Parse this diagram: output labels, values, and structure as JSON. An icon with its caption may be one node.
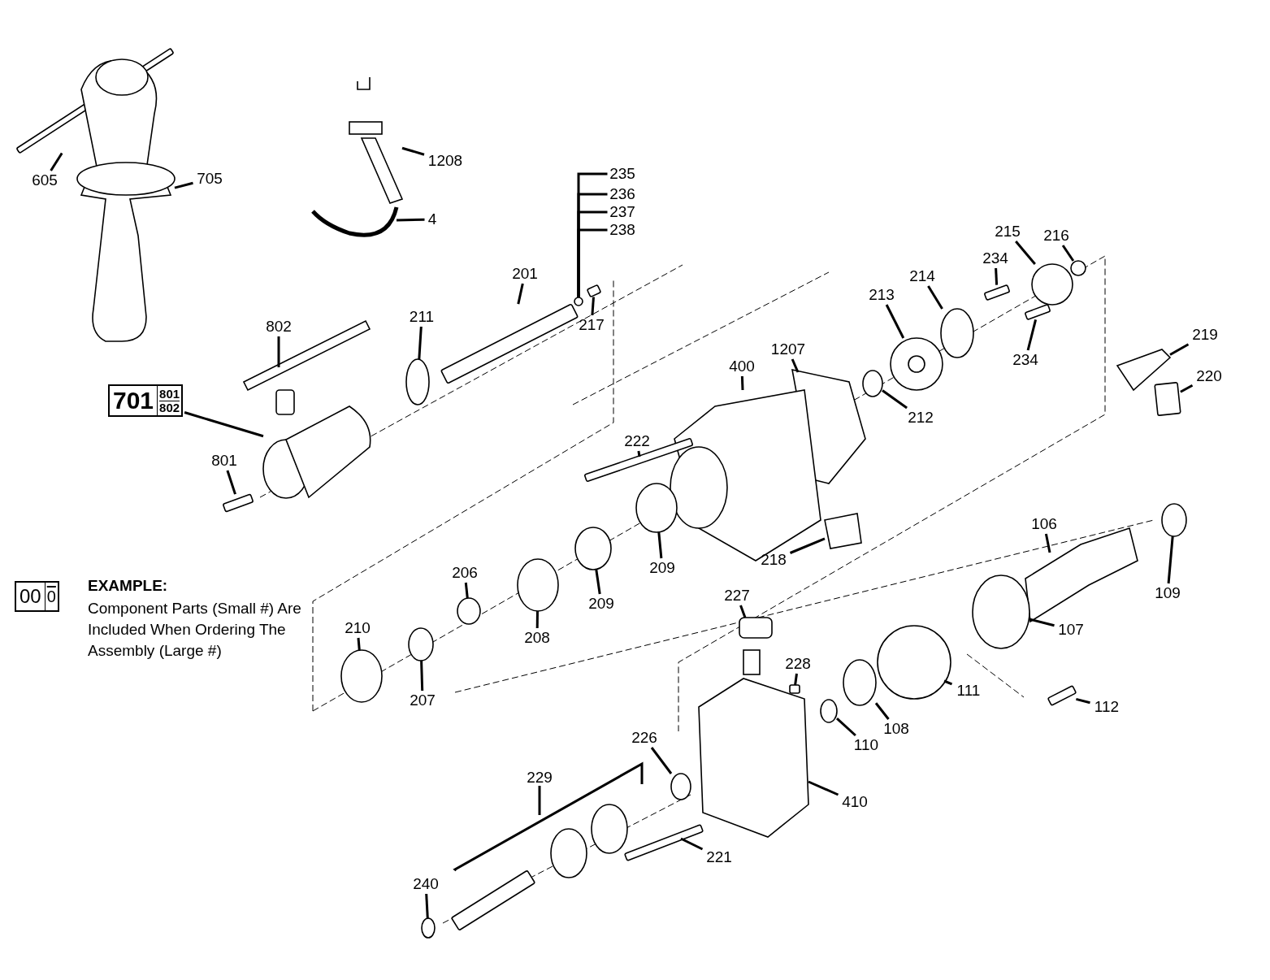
{
  "diagram": {
    "nodes": [
      {
        "text": [
          "605"
        ]
      },
      {
        "text": [
          "705"
        ]
      },
      {
        "text": [
          "1208"
        ]
      },
      {
        "text": [
          "4"
        ]
      },
      {
        "text": [
          "235"
        ]
      },
      {
        "text": [
          "236"
        ]
      },
      {
        "text": [
          "237"
        ]
      },
      {
        "text": [
          "238"
        ]
      },
      {
        "text": [
          "201"
        ]
      },
      {
        "text": [
          "211"
        ]
      },
      {
        "text": [
          "217"
        ]
      },
      {
        "text": [
          "802"
        ]
      },
      {
        "text": [
          "701",
          "801",
          "802"
        ]
      },
      {
        "text": [
          "801"
        ]
      },
      {
        "text": [
          "215"
        ]
      },
      {
        "text": [
          "216"
        ]
      },
      {
        "text": [
          "234"
        ]
      },
      {
        "text": [
          "214"
        ]
      },
      {
        "text": [
          "213"
        ]
      },
      {
        "text": [
          "234"
        ]
      },
      {
        "text": [
          "219"
        ]
      },
      {
        "text": [
          "1207"
        ]
      },
      {
        "text": [
          "400"
        ]
      },
      {
        "text": [
          "212"
        ]
      },
      {
        "text": [
          "220"
        ]
      },
      {
        "text": [
          "222"
        ]
      },
      {
        "text": [
          "218"
        ]
      },
      {
        "text": [
          "209"
        ]
      },
      {
        "text": [
          "106"
        ]
      },
      {
        "text": [
          "109"
        ]
      },
      {
        "text": [
          "206"
        ]
      },
      {
        "text": [
          "209"
        ]
      },
      {
        "text": [
          "208"
        ]
      },
      {
        "text": [
          "227"
        ]
      },
      {
        "text": [
          "210"
        ]
      },
      {
        "text": [
          "107"
        ]
      },
      {
        "text": [
          "111"
        ]
      },
      {
        "text": [
          "228"
        ]
      },
      {
        "text": [
          "207"
        ]
      },
      {
        "text": [
          "112"
        ]
      },
      {
        "text": [
          "108"
        ]
      },
      {
        "text": [
          "110"
        ]
      },
      {
        "text": [
          "226"
        ]
      },
      {
        "text": [
          "229"
        ]
      },
      {
        "text": [
          "410"
        ]
      },
      {
        "text": [
          "221"
        ]
      },
      {
        "text": [
          "240"
        ]
      },
      {
        "text": [
          "00",
          "0"
        ]
      },
      {
        "text": [],
        "shape": "box"
      },
      {
        "text": [],
        "shape": "circle"
      },
      {
        "text": [],
        "shape": "circle"
      },
      {
        "text": [],
        "shape": "box"
      },
      {
        "text": [],
        "shape": "circle"
      },
      {
        "text": [],
        "shape": "box"
      },
      {
        "text": [],
        "shape": "box"
      },
      {
        "text": [],
        "shape": "box"
      },
      {
        "text": [],
        "shape": "picture"
      },
      {
        "text": [],
        "shape": "picture"
      },
      {
        "text": [],
        "shape": "picture"
      },
      {
        "text": [],
        "shape": "circle"
      },
      {
        "text": [],
        "shape": "box"
      },
      {
        "text": [],
        "shape": "box"
      },
      {
        "text": [],
        "shape": "circle"
      },
      {
        "text": [],
        "shape": "picture"
      },
      {
        "text": [],
        "shape": "picture"
      },
      {
        "text": [],
        "shape": "circle"
      },
      {
        "text": [],
        "shape": "circle"
      },
      {
        "text": [],
        "shape": "circle"
      },
      {
        "text": [],
        "shape": "picture"
      },
      {
        "text": [],
        "shape": "box"
      },
      {
        "text": [],
        "shape": "picture"
      },
      {
        "text": [],
        "shape": "picture"
      },
      {
        "text": [],
        "shape": "picture"
      },
      {
        "text": [],
        "shape": "circle"
      },
      {
        "text": [],
        "shape": "box"
      },
      {
        "text": [],
        "shape": "box"
      },
      {
        "text": [],
        "shape": "picture"
      },
      {
        "text": [],
        "shape": "circle"
      },
      {
        "text": [],
        "shape": "picture"
      },
      {
        "text": [],
        "shape": "circle"
      },
      {
        "text": [],
        "shape": "circle"
      },
      {
        "text": [],
        "shape": "circle"
      },
      {
        "text": [],
        "shape": "picture"
      },
      {
        "text": [],
        "shape": "circle"
      },
      {
        "text": [],
        "shape": "circle"
      },
      {
        "text": [],
        "shape": "circle"
      },
      {
        "text": [],
        "shape": "circle"
      },
      {
        "text": [],
        "shape": "circle"
      },
      {
        "text": [],
        "shape": "circle"
      },
      {
        "text": [],
        "shape": "box"
      },
      {
        "text": [],
        "shape": "picture"
      },
      {
        "text": [],
        "shape": "box"
      }
    ],
    "edges": [
      {
        "from": 0,
        "to": 55,
        "arrow": "none"
      },
      {
        "from": 1,
        "to": 56,
        "arrow": "none"
      },
      {
        "from": 2,
        "to": 57,
        "arrow": "none"
      },
      {
        "from": 3,
        "to": 58,
        "arrow": "none"
      },
      {
        "from": 4,
        "to": 59,
        "arrow": "none"
      },
      {
        "from": 5,
        "to": 59,
        "arrow": "none"
      },
      {
        "from": 6,
        "to": 59,
        "arrow": "none"
      },
      {
        "from": 7,
        "to": 59,
        "arrow": "none"
      },
      {
        "from": 8,
        "to": 61,
        "arrow": "none"
      },
      {
        "from": 9,
        "to": 62,
        "arrow": "none"
      },
      {
        "from": 10,
        "to": 60,
        "arrow": "none"
      },
      {
        "from": 11,
        "to": 63,
        "arrow": "none"
      },
      {
        "from": 12,
        "to": 64,
        "arrow": "none"
      },
      {
        "from": 13,
        "to": 48,
        "arrow": "none"
      },
      {
        "from": 14,
        "to": 65,
        "arrow": "none"
      },
      {
        "from": 15,
        "to": 66,
        "arrow": "none"
      },
      {
        "from": 16,
        "to": 53,
        "arrow": "none"
      },
      {
        "from": 17,
        "to": 67,
        "arrow": "none"
      },
      {
        "from": 18,
        "to": 68,
        "arrow": "none"
      },
      {
        "from": 19,
        "to": 69,
        "arrow": "none"
      },
      {
        "from": 20,
        "to": 70,
        "arrow": "none"
      },
      {
        "from": 21,
        "to": 71,
        "arrow": "none"
      },
      {
        "from": 22,
        "to": 72,
        "arrow": "none"
      },
      {
        "from": 23,
        "to": 73,
        "arrow": "none"
      },
      {
        "from": 24,
        "to": 74,
        "arrow": "none"
      },
      {
        "from": 25,
        "to": 75,
        "arrow": "none"
      },
      {
        "from": 26,
        "to": 76,
        "arrow": "none"
      },
      {
        "from": 27,
        "to": 77,
        "arrow": "none"
      },
      {
        "from": 28,
        "to": 78,
        "arrow": "none"
      },
      {
        "from": 29,
        "to": 79,
        "arrow": "none"
      },
      {
        "from": 30,
        "to": 50,
        "arrow": "none"
      },
      {
        "from": 31,
        "to": 80,
        "arrow": "none"
      },
      {
        "from": 32,
        "to": 81,
        "arrow": "none"
      },
      {
        "from": 33,
        "to": 82,
        "arrow": "none"
      },
      {
        "from": 34,
        "to": 83,
        "arrow": "none"
      },
      {
        "from": 35,
        "to": 84,
        "arrow": "none"
      },
      {
        "from": 36,
        "to": 85,
        "arrow": "none"
      },
      {
        "from": 37,
        "to": 51,
        "arrow": "none"
      },
      {
        "from": 38,
        "to": 86,
        "arrow": "none"
      },
      {
        "from": 39,
        "to": 54,
        "arrow": "none"
      },
      {
        "from": 40,
        "to": 87,
        "arrow": "none"
      },
      {
        "from": 41,
        "to": 52,
        "arrow": "none"
      },
      {
        "from": 42,
        "to": 88,
        "arrow": "none"
      },
      {
        "from": 43,
        "to": 89,
        "arrow": "none"
      },
      {
        "from": 44,
        "to": 90,
        "arrow": "none"
      },
      {
        "from": 45,
        "to": 91,
        "arrow": "none"
      },
      {
        "from": 46,
        "to": 49,
        "arrow": "none"
      }
    ],
    "labels": [
      "EXAMPLE:",
      "Component Parts (Small #) Are Included When Ordering The Assembly (Large #)"
    ]
  }
}
